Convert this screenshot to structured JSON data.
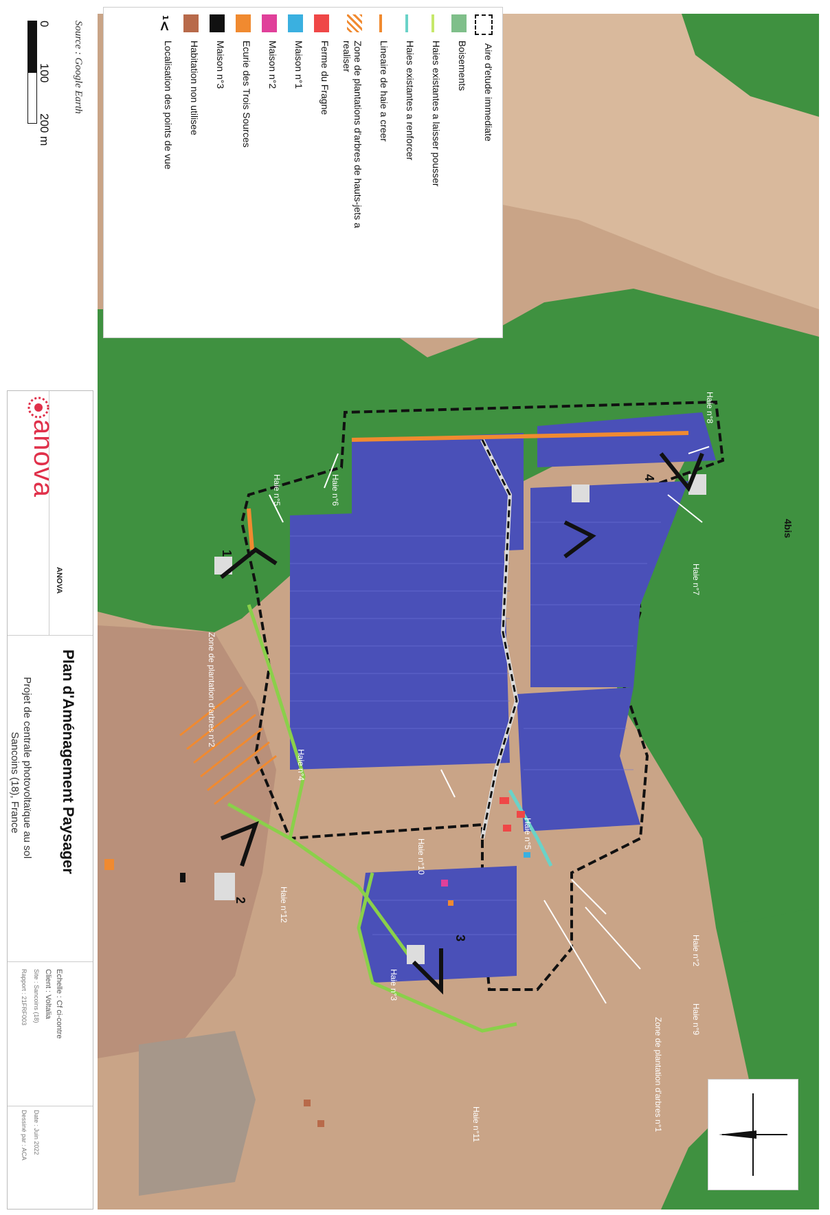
{
  "legend": {
    "items": [
      {
        "label": "Aire d'etude immediate",
        "type": "dashed-box",
        "color": "#111111"
      },
      {
        "label": "Boisements",
        "type": "fill",
        "color": "#7fbf8a"
      },
      {
        "label": "Haies existantes a laisser pousser",
        "type": "line",
        "color": "#c6e86a"
      },
      {
        "label": "Haies existantes a renforcer",
        "type": "line",
        "color": "#6ad2c8"
      },
      {
        "label": "Lineaire de haie a creer",
        "type": "line",
        "color": "#f08a30"
      },
      {
        "label": "Zone de plantations d'arbres de hauts-jets a realiser",
        "type": "hatch",
        "color": "#f08a30"
      },
      {
        "label": "Ferme du Fragne",
        "type": "fill",
        "color": "#ef4747"
      },
      {
        "label": "Maison n°1",
        "type": "fill",
        "color": "#3ab0e0"
      },
      {
        "label": "Maison n°2",
        "type": "fill",
        "color": "#e0409a"
      },
      {
        "label": "Ecurie des Trois Sources",
        "type": "fill",
        "color": "#f08a30"
      },
      {
        "label": "Maison n°3",
        "type": "fill",
        "color": "#111111"
      },
      {
        "label": "Habitation non utilisee",
        "type": "fill",
        "color": "#b86a4a"
      },
      {
        "label": "Localisation des points de vue",
        "type": "arrow",
        "color": "#111111",
        "symbol": "1"
      }
    ]
  },
  "source": "Source : Google Earth",
  "scale": {
    "labels": [
      "0",
      "100",
      "200 m"
    ]
  },
  "titleblock": {
    "company": "anova",
    "company_name": "ANOVA",
    "title": "Plan d'Aménagement Paysager",
    "subtitle1": "Projet de centrale photovoltaïque au sol",
    "subtitle2": "Sancoins (18), France",
    "scale_info": "Echelle : Cf ci-contre",
    "client": "Client : Voltalia",
    "site": "Site : Sancoins (18)",
    "report": "Rapport : 21FRF003",
    "date": "Date : Juin 2022",
    "drawn": "Dessiné par : ACA"
  },
  "map_labels": {
    "haies": [
      "Haie n°8",
      "Haie n°7",
      "Haie n°6",
      "Haie n°5",
      "Haie n°4",
      "Haie n°5",
      "Haie n°10",
      "Haie n°12",
      "Haie n°2",
      "Haie n°9",
      "Haie n°3",
      "Haie n°11"
    ],
    "zones": [
      "Zone de plantation d'arbres n°2",
      "Zone de plantation d'arbres n°1"
    ],
    "viewpoints": [
      "1",
      "2",
      "3",
      "4",
      "4bis"
    ]
  },
  "colors": {
    "forest": "#3f9140",
    "field": "#c9a487",
    "panel": "#4a50b8",
    "fence": "#111111"
  }
}
